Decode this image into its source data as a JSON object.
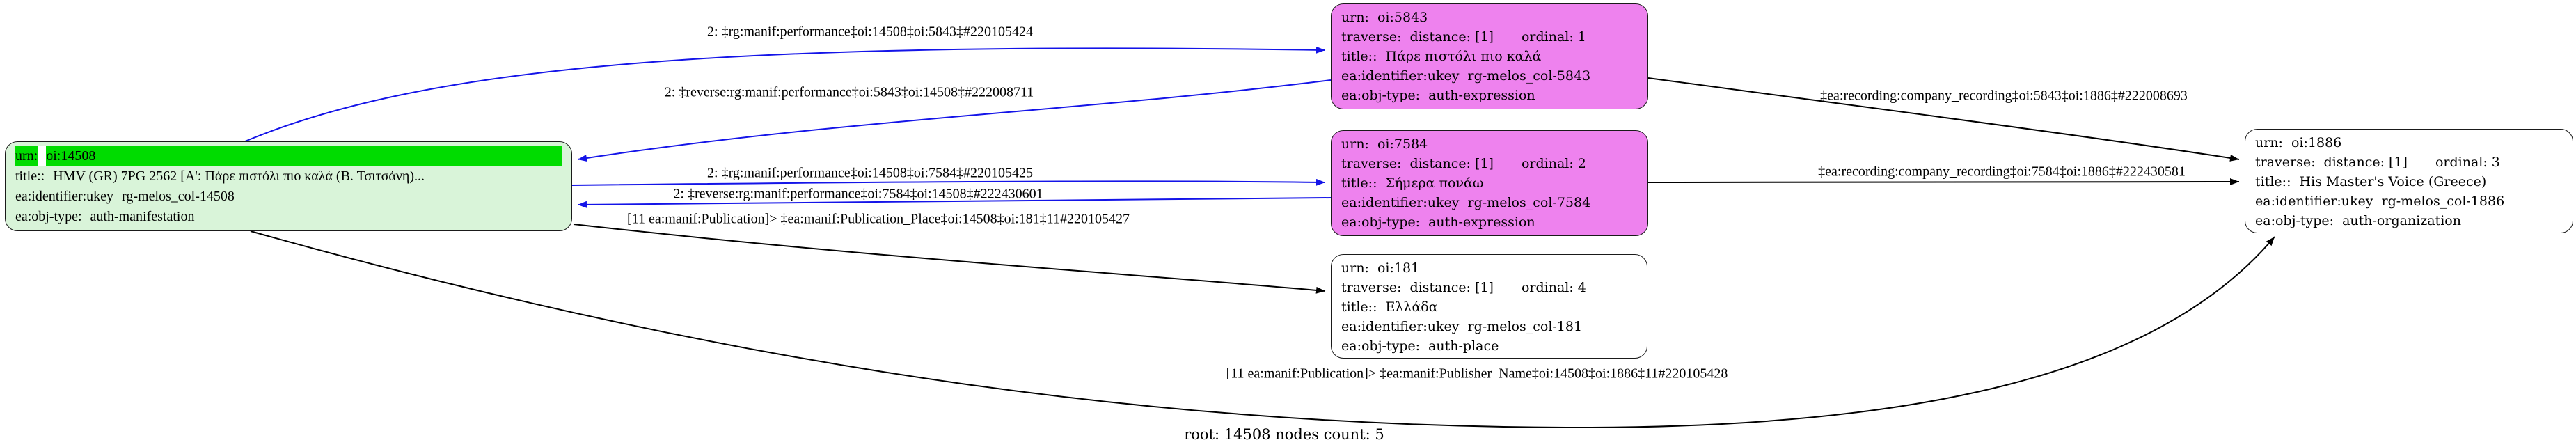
{
  "graph": {
    "label": "root: 14508 nodes count: 5",
    "colors": {
      "edge_forward_reverse_blue": "#1414e8",
      "edge_black": "#000000",
      "manifestation_node_bg": "#d9f4d9",
      "manifestation_urn_highlight": "#00dc00",
      "expression_node_bg": "#ee82ee",
      "plain_node_bg": "#ffffff",
      "node_border": "#1a1a1a"
    }
  },
  "nodes": [
    {
      "id": "oi:14508",
      "type": "auth-manifestation",
      "rows": [
        {
          "k": "urn:",
          "v": "oi:14508"
        },
        {
          "k": "title::",
          "v": "HMV (GR) 7PG 2562 [Α': Πάρε πιστόλι πιο καλά (Β. Τσιτσάνη)..."
        },
        {
          "k": "ea:identifier:ukey",
          "v": "rg-melos_col-14508"
        },
        {
          "k": "ea:obj-type:",
          "v": "auth-manifestation"
        }
      ]
    },
    {
      "id": "oi:5843",
      "type": "auth-expression",
      "rows": [
        {
          "k": "urn:",
          "v": "oi:5843"
        },
        {
          "k": "traverse:",
          "v": "distance: [1]",
          "v2": "ordinal: 1"
        },
        {
          "k": "title::",
          "v": "Πάρε πιστόλι πιο καλά"
        },
        {
          "k": "ea:identifier:ukey",
          "v": "rg-melos_col-5843"
        },
        {
          "k": "ea:obj-type:",
          "v": "auth-expression"
        }
      ]
    },
    {
      "id": "oi:7584",
      "type": "auth-expression",
      "rows": [
        {
          "k": "urn:",
          "v": "oi:7584"
        },
        {
          "k": "traverse:",
          "v": "distance: [1]",
          "v2": "ordinal: 2"
        },
        {
          "k": "title::",
          "v": "Σήμερα πονάω"
        },
        {
          "k": "ea:identifier:ukey",
          "v": "rg-melos_col-7584"
        },
        {
          "k": "ea:obj-type:",
          "v": "auth-expression"
        }
      ]
    },
    {
      "id": "oi:181",
      "type": "auth-place",
      "rows": [
        {
          "k": "urn:",
          "v": "oi:181"
        },
        {
          "k": "traverse:",
          "v": "distance: [1]",
          "v2": "ordinal: 4"
        },
        {
          "k": "title::",
          "v": "Ελλάδα"
        },
        {
          "k": "ea:identifier:ukey",
          "v": "rg-melos_col-181"
        },
        {
          "k": "ea:obj-type:",
          "v": "auth-place"
        }
      ]
    },
    {
      "id": "oi:1886",
      "type": "auth-organization",
      "rows": [
        {
          "k": "urn:",
          "v": "oi:1886"
        },
        {
          "k": "traverse:",
          "v": "distance: [1]",
          "v2": "ordinal: 3"
        },
        {
          "k": "title::",
          "v": "His Master's Voice (Greece)"
        },
        {
          "k": "ea:identifier:ukey",
          "v": "rg-melos_col-1886"
        },
        {
          "k": "ea:obj-type:",
          "v": "auth-organization"
        }
      ]
    }
  ],
  "edge_labels": [
    "2: ‡rg:manif:performance‡oi:14508‡oi:5843‡#220105424",
    "2: ‡reverse:rg:manif:performance‡oi:5843‡oi:14508‡#222008711",
    "2: ‡rg:manif:performance‡oi:14508‡oi:7584‡#220105425",
    "2: ‡reverse:rg:manif:performance‡oi:7584‡oi:14508‡#222430601",
    "[11 ea:manif:Publication]> ‡ea:manif:Publication_Place‡oi:14508‡oi:181‡11#220105427",
    "‡ea:recording:company_recording‡oi:5843‡oi:1886‡#222008693",
    "‡ea:recording:company_recording‡oi:7584‡oi:1886‡#222430581",
    "[11 ea:manif:Publication]> ‡ea:manif:Publisher_Name‡oi:14508‡oi:1886‡11#220105428"
  ]
}
